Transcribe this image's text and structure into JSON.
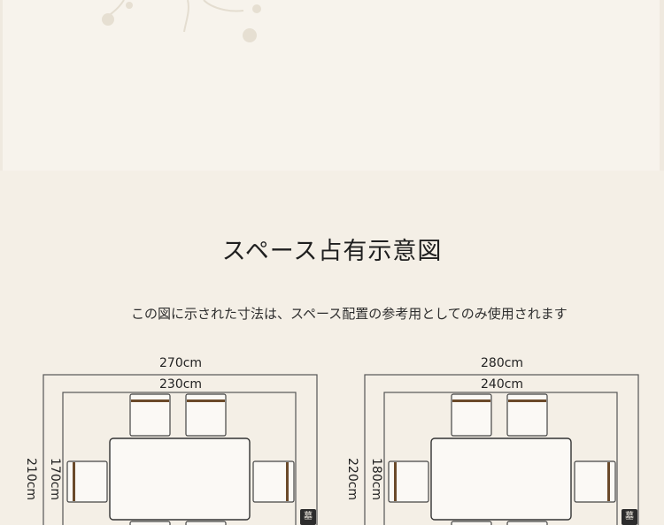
{
  "title": "スペース占有示意図",
  "note": "この図に示された寸法は、スペース配置の参考用としてのみ使用されます",
  "plans": [
    {
      "outer_width": "270cm",
      "inner_width": "230cm",
      "outer_depth": "210cm",
      "inner_depth": "170cm",
      "badge": "墓"
    },
    {
      "outer_width": "280cm",
      "inner_width": "240cm",
      "outer_depth": "220cm",
      "inner_depth": "180cm",
      "badge": "墓"
    }
  ],
  "colors": {
    "background": "#f4efe6",
    "lines": "#555555",
    "chair_wood": "#6b4a2a"
  }
}
